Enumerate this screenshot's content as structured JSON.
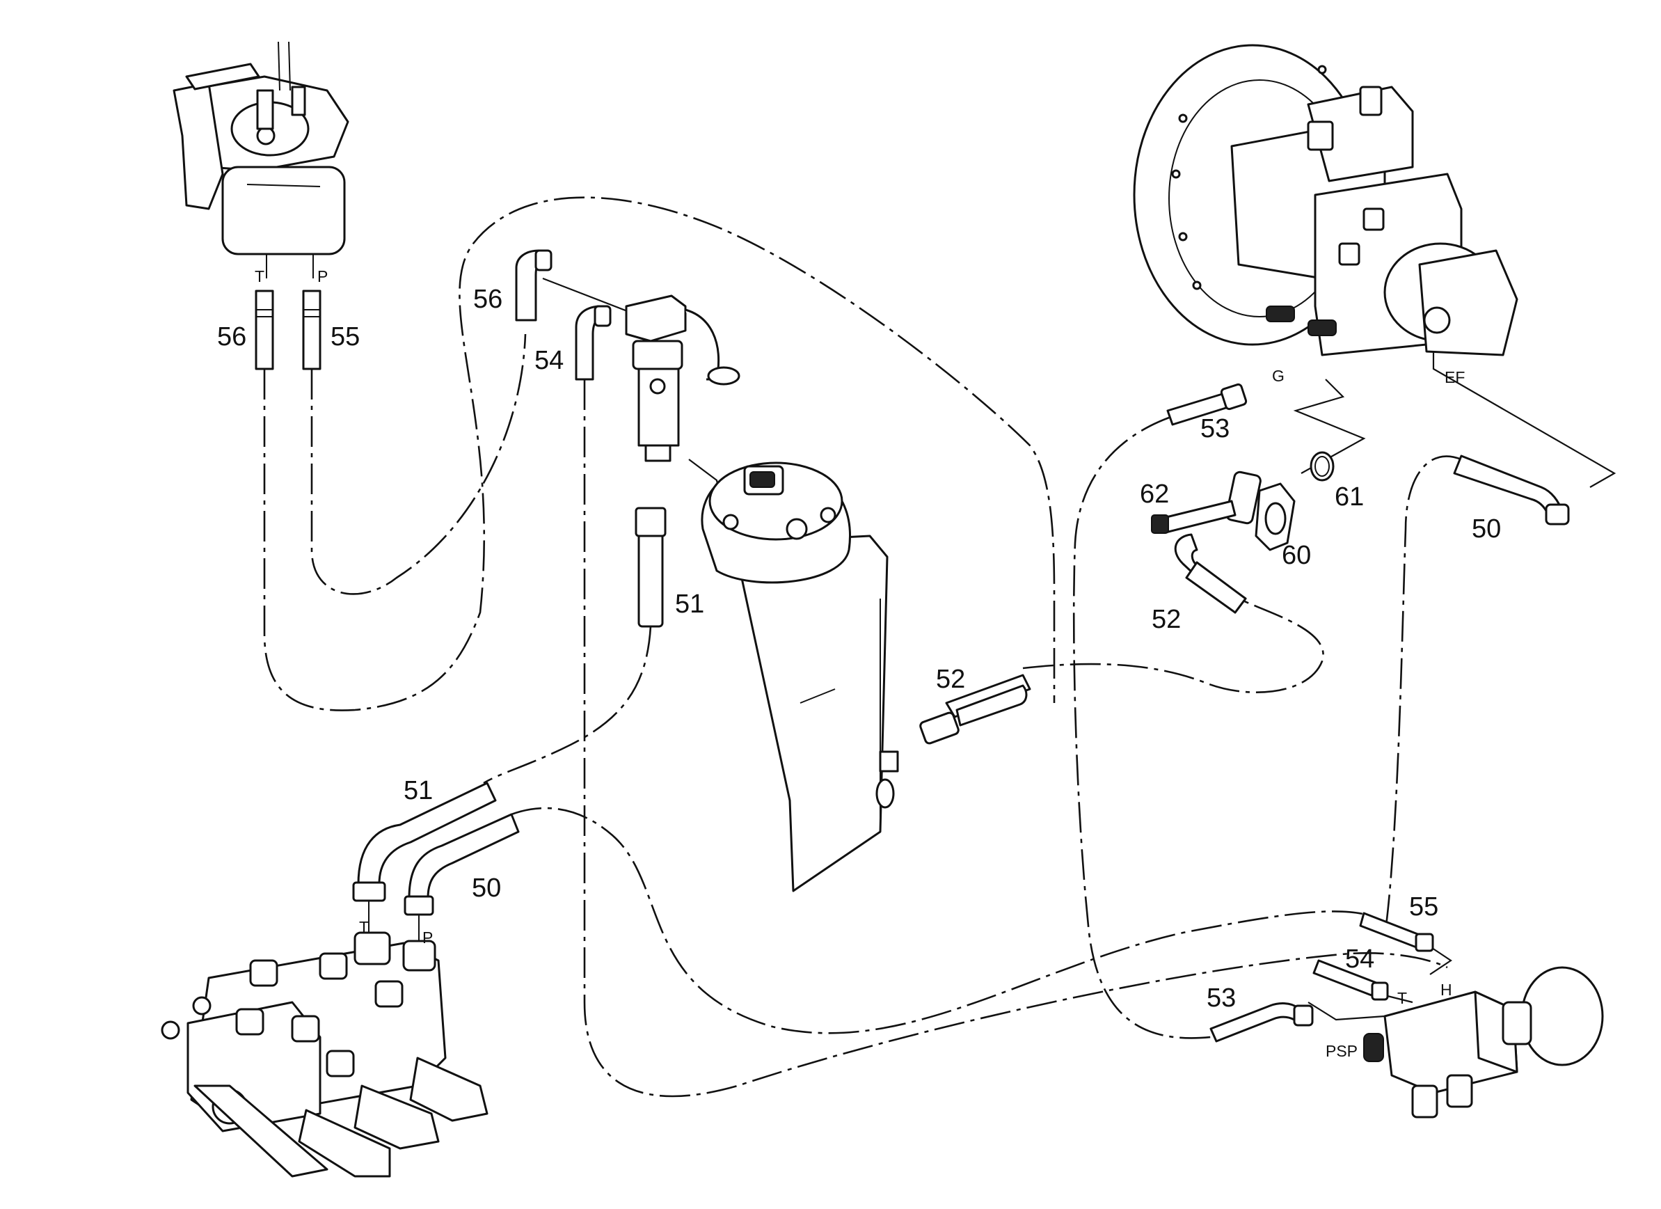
{
  "diagram": {
    "callouts": [
      {
        "id": "c56-top",
        "text": "56"
      },
      {
        "id": "c55-top",
        "text": "55"
      },
      {
        "id": "c56-mid",
        "text": "56"
      },
      {
        "id": "c54-mid",
        "text": "54"
      },
      {
        "id": "c51-tank",
        "text": "51"
      },
      {
        "id": "c51-valve",
        "text": "51"
      },
      {
        "id": "c50-valve",
        "text": "50"
      },
      {
        "id": "c52-mid",
        "text": "52"
      },
      {
        "id": "c53-top",
        "text": "53"
      },
      {
        "id": "c62",
        "text": "62"
      },
      {
        "id": "c61",
        "text": "61"
      },
      {
        "id": "c60",
        "text": "60"
      },
      {
        "id": "c52-right",
        "text": "52"
      },
      {
        "id": "c50-right",
        "text": "50"
      },
      {
        "id": "c55-bottom",
        "text": "55"
      },
      {
        "id": "c54-bottom",
        "text": "54"
      },
      {
        "id": "c53-bottom",
        "text": "53"
      }
    ],
    "ports": [
      {
        "id": "t-top",
        "text": "T"
      },
      {
        "id": "p-top",
        "text": "P"
      },
      {
        "id": "t-valve",
        "text": "T"
      },
      {
        "id": "p-valve",
        "text": "P"
      },
      {
        "id": "g",
        "text": "G"
      },
      {
        "id": "ef",
        "text": "EF"
      },
      {
        "id": "h",
        "text": "H"
      },
      {
        "id": "t-accum",
        "text": "T"
      },
      {
        "id": "psp",
        "text": "PSP"
      }
    ]
  }
}
